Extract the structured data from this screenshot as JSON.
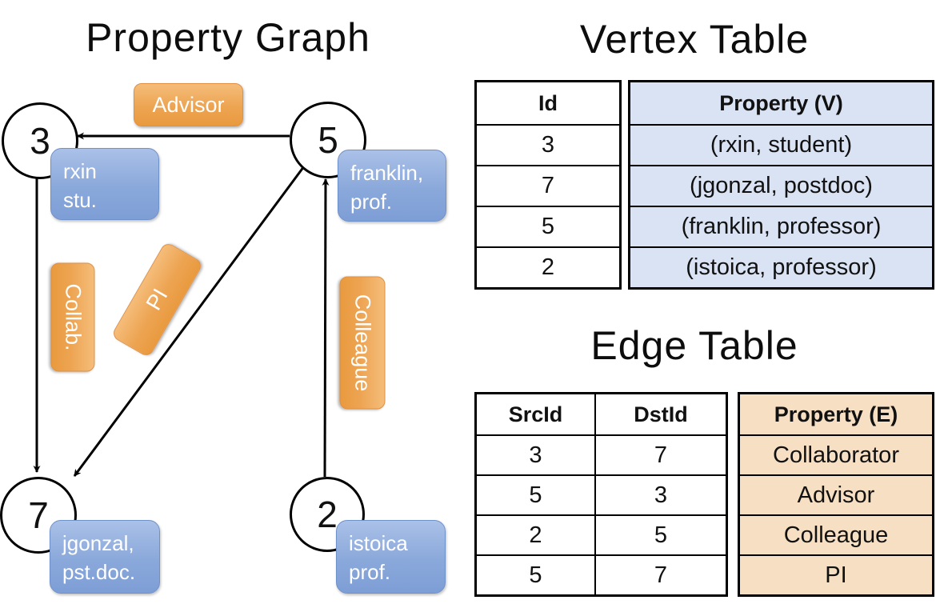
{
  "graph": {
    "title": "Property Graph",
    "nodes": [
      {
        "id": "3",
        "label_lines": [
          "rxin",
          "stu."
        ]
      },
      {
        "id": "5",
        "label_lines": [
          "franklin,",
          "prof."
        ]
      },
      {
        "id": "7",
        "label_lines": [
          "jgonzal,",
          "pst.doc."
        ]
      },
      {
        "id": "2",
        "label_lines": [
          "istoica",
          "prof."
        ]
      }
    ],
    "edges": [
      {
        "src": "5",
        "dst": "3",
        "label": "Advisor"
      },
      {
        "src": "3",
        "dst": "7",
        "label": "Collab."
      },
      {
        "src": "5",
        "dst": "7",
        "label": "PI"
      },
      {
        "src": "2",
        "dst": "5",
        "label": "Colleague"
      }
    ]
  },
  "vertex_table": {
    "title": "Vertex Table",
    "columns": {
      "id": "Id",
      "property": "Property (V)"
    },
    "rows": [
      {
        "id": "3",
        "property": "(rxin, student)"
      },
      {
        "id": "7",
        "property": "(jgonzal, postdoc)"
      },
      {
        "id": "5",
        "property": "(franklin, professor)"
      },
      {
        "id": "2",
        "property": "(istoica, professor)"
      }
    ]
  },
  "edge_table": {
    "title": "Edge Table",
    "columns": {
      "src": "SrcId",
      "dst": "DstId",
      "property": "Property (E)"
    },
    "rows": [
      {
        "src": "3",
        "dst": "7",
        "property": "Collaborator"
      },
      {
        "src": "5",
        "dst": "3",
        "property": "Advisor"
      },
      {
        "src": "2",
        "dst": "5",
        "property": "Colleague"
      },
      {
        "src": "5",
        "dst": "7",
        "property": "PI"
      }
    ]
  },
  "colors": {
    "edge_pill_orange": "#eda452",
    "vertex_box_blue": "#8aa8da",
    "vertex_table_fill": "#dae3f3",
    "edge_table_fill": "#f6dfc3",
    "line_black": "#000000"
  }
}
